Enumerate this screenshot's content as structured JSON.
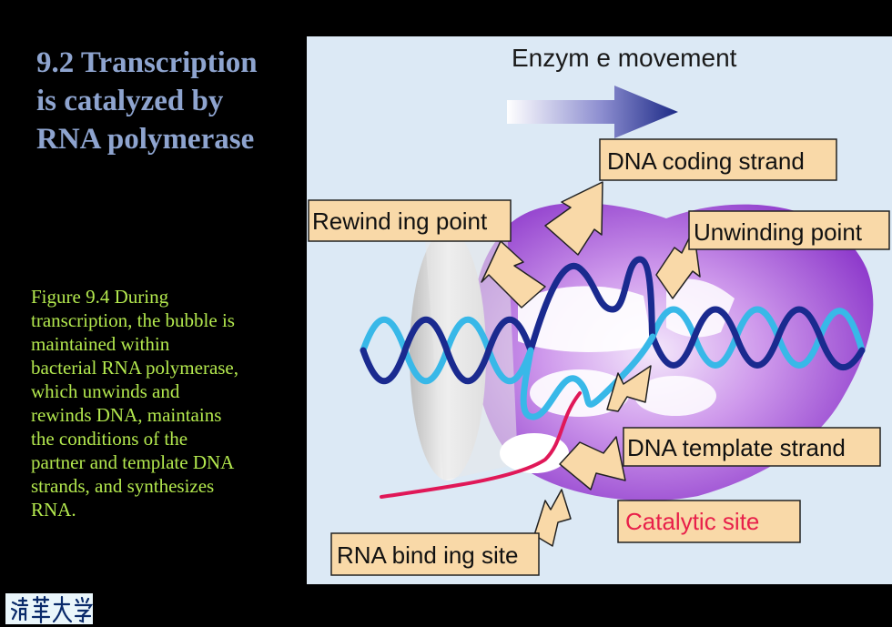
{
  "slide": {
    "title_lines": [
      "9.2 Transcription",
      "is catalyzed  by",
      "RNA polymerase"
    ],
    "caption_lines": [
      "Figure 9.4 During",
      "transcription, the bubble is",
      "maintained within",
      "bacterial RNA polymerase,",
      "which unwinds and",
      "rewinds DNA, maintains",
      "the conditions of the",
      "partner and template DNA",
      "strands, and synthesizes",
      "RNA."
    ]
  },
  "diagram": {
    "enzyme_movement": "Enzym e movement",
    "dna_coding_strand": "DNA coding strand",
    "rewinding_point": "Rewind ing point",
    "unwinding_point": "Unwinding point",
    "dna_template_strand": "DNA  template strand",
    "catalytic_site": "Catalytic site",
    "rna_binding_site": "RNA bind ing site"
  },
  "logo": {
    "text": "清華大學"
  },
  "colors": {
    "background": "#000000",
    "title": "#8ea4cf",
    "caption": "#b3e84e",
    "panel": "#dce9f5",
    "enzyme": "#a64fd8",
    "callout": "#f9d9a8",
    "coding_strand": "#1a2a8f",
    "template_strand": "#38b8e8",
    "rna": "#e01858",
    "catalytic_text": "#e8204a"
  }
}
